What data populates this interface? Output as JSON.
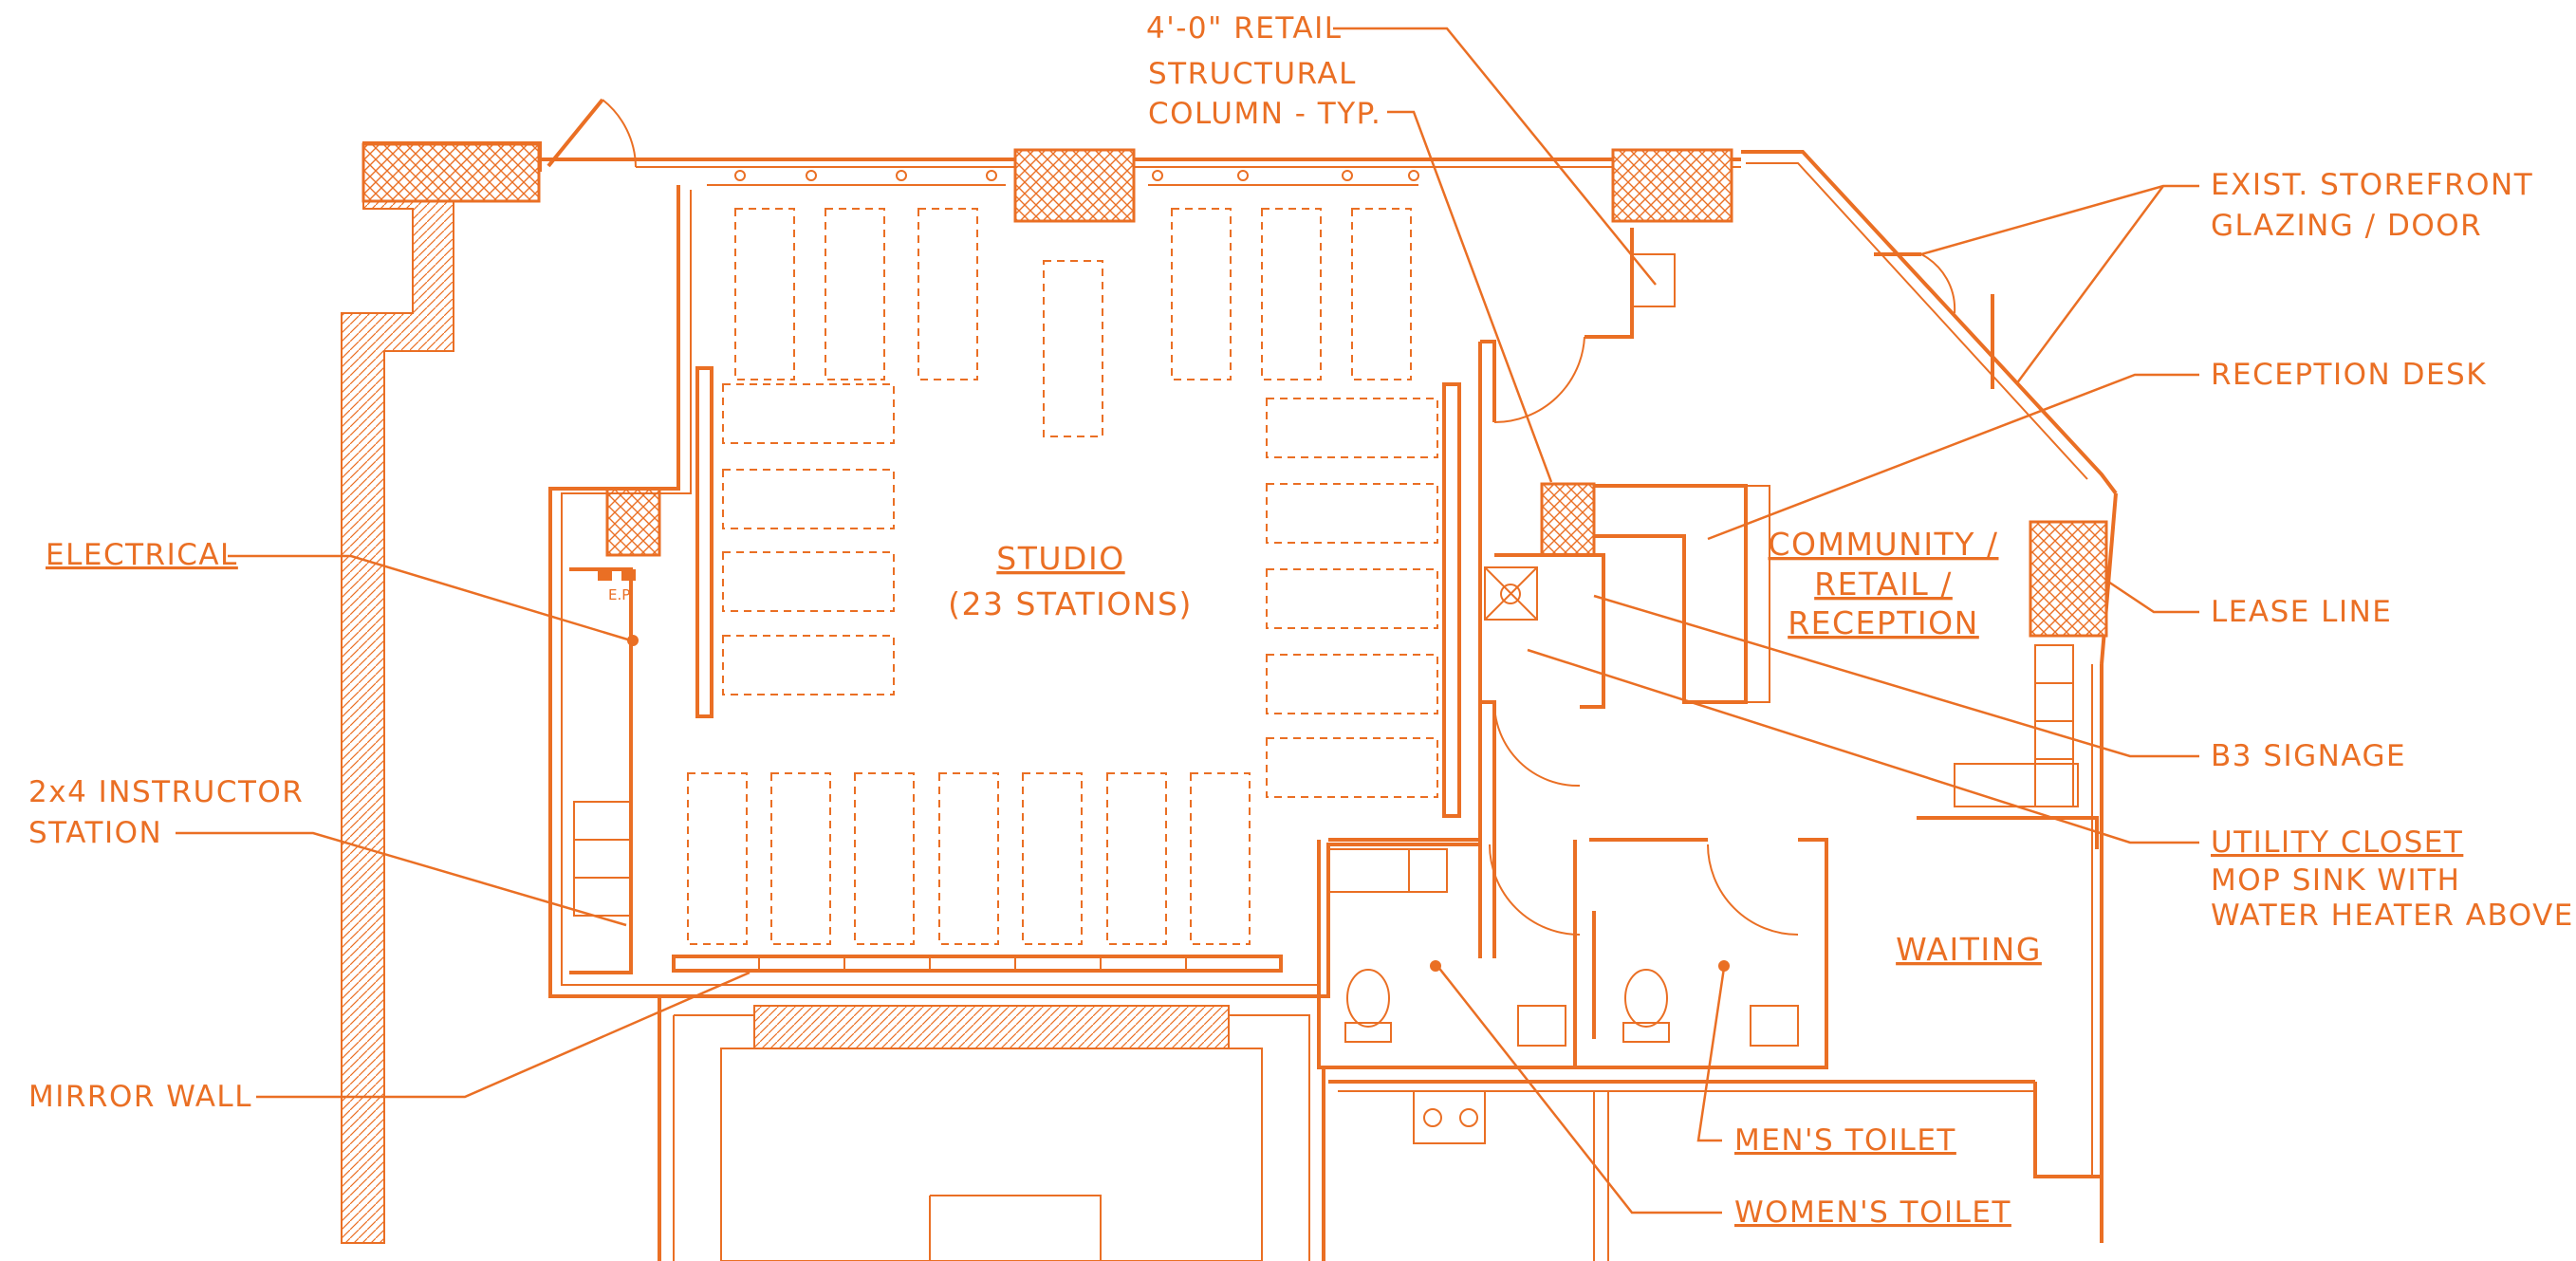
{
  "colors": {
    "line": "#ea6f24",
    "background": "#ffffff"
  },
  "rooms": {
    "studio": [
      "STUDIO",
      "(23 STATIONS)"
    ],
    "community": [
      "COMMUNITY /",
      "RETAIL /",
      "RECEPTION"
    ],
    "waiting": "WAITING",
    "ep": "E.P."
  },
  "callouts": {
    "retail": "4'-0\" RETAIL",
    "structural": [
      "STRUCTURAL",
      "COLUMN - TYP."
    ],
    "storefront": [
      "EXIST. STOREFRONT",
      "GLAZING / DOOR"
    ],
    "reception_desk": "RECEPTION DESK",
    "electrical": "ELECTRICAL",
    "lease_line": "LEASE LINE",
    "b3_signage": "B3 SIGNAGE",
    "instructor": [
      "2x4 INSTRUCTOR",
      "STATION"
    ],
    "utility": [
      "UTILITY CLOSET",
      "MOP SINK WITH",
      "WATER HEATER ABOVE"
    ],
    "mirror_wall": "MIRROR WALL",
    "mens_toilet": "MEN'S TOILET",
    "womens_toilet": "WOMEN'S TOILET"
  },
  "studio_stations": 23
}
